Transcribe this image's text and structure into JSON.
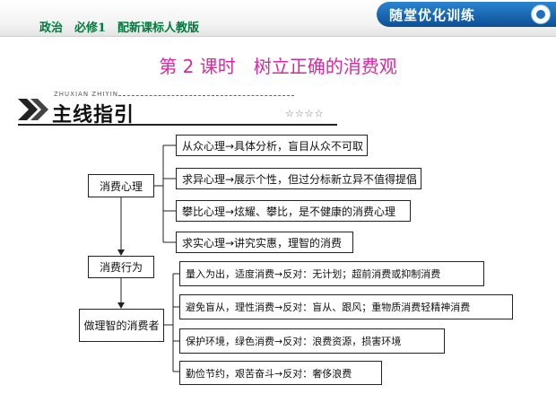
{
  "header": {
    "course": "政治　必修1　配新课标人教版",
    "brand": "随堂优化训练"
  },
  "lesson_title": "第 2 课时　树立正确的消费观",
  "section": {
    "pinyin": "ZHUXIAN ZHIYIN",
    "title": "主线指引",
    "stars": "☆☆☆☆"
  },
  "diagram": {
    "nodes": {
      "psychology": "消费心理",
      "behavior": "消费行为",
      "consumer": "做理智的消费者"
    },
    "psychology_items": [
      "从众心理→具体分析，盲目从众不可取",
      "求异心理→展示个性，但过分标新立异不值得提倡",
      "攀比心理→炫耀、攀比，是不健康的消费心理",
      "求实心理→讲究实惠，理智的消费"
    ],
    "consumer_items": [
      "量入为出，适度消费→反对：无计划；超前消费或抑制消费",
      "避免盲从，理性消费→反对：盲从、跟风；重物质消费轻精神消费",
      "保护环境，绿色消费→反对：浪费资源，损害环境",
      "勤俭节约，艰苦奋斗→反对：奢侈浪费"
    ]
  }
}
